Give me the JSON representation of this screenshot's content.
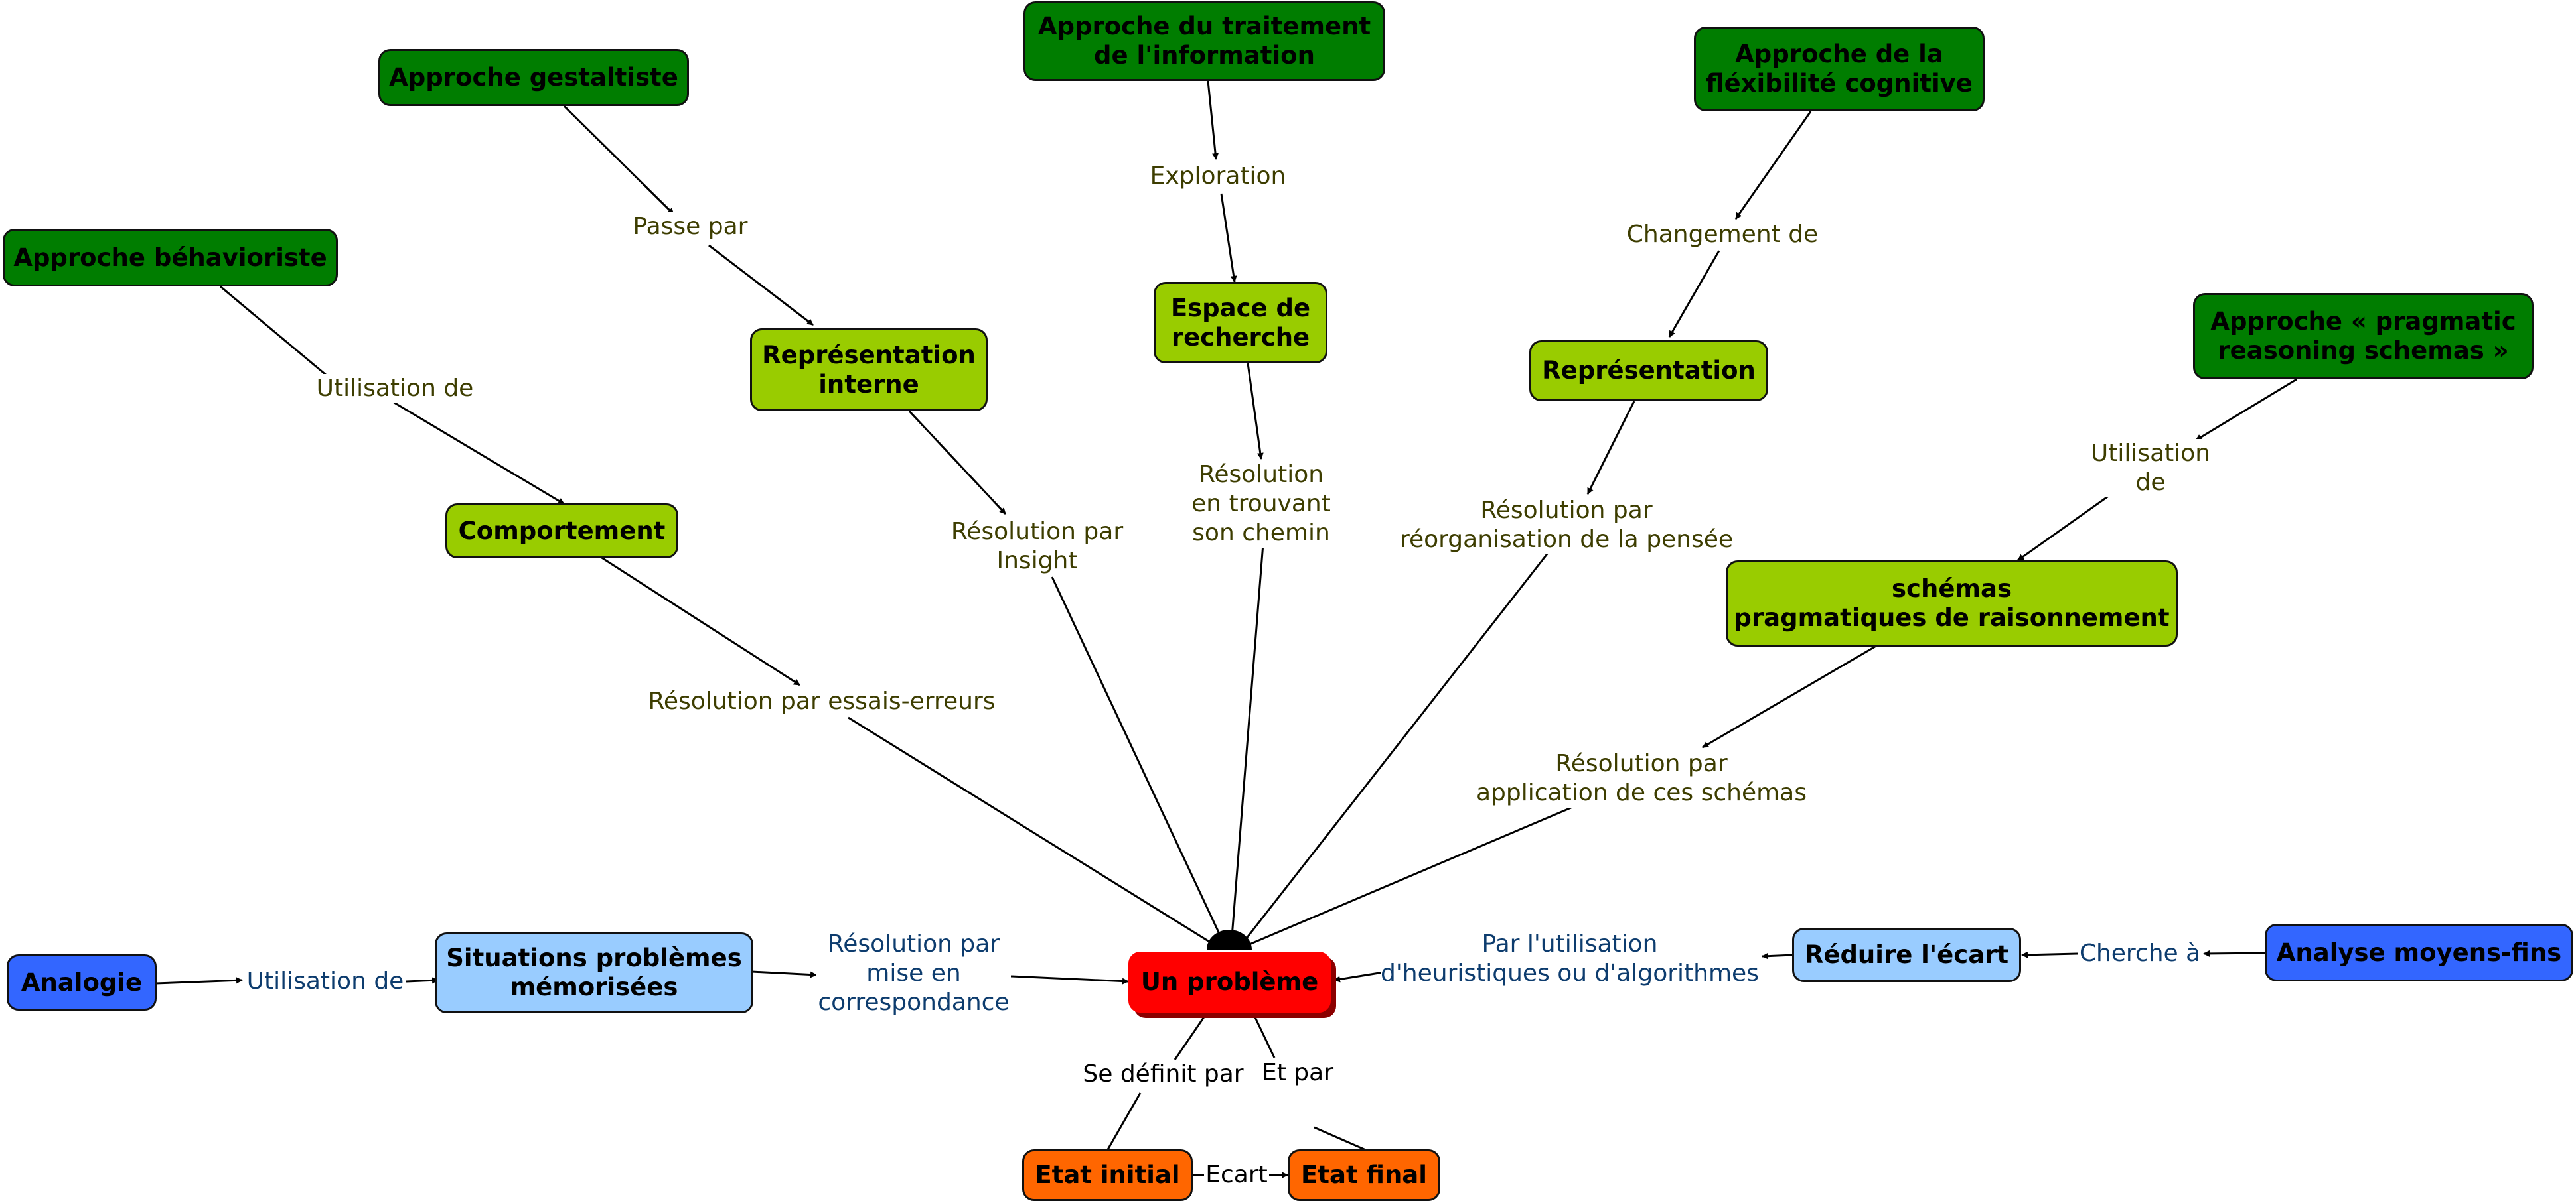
{
  "nodes": {
    "gestaltiste": "Approche gestaltiste",
    "traitement": "Approche du traitement\nde l'information",
    "flexibilite": "Approche de la\nfléxibilité cognitive",
    "behavioriste": "Approche béhavioriste",
    "pragmatic": "Approche « pragmatic\nreasoning schemas »",
    "espace": "Espace de\nrecherche",
    "rep_interne": "Représentation\ninterne",
    "representation": "Représentation",
    "comportement": "Comportement",
    "schemas": "schémas\npragmatiques de raisonnement",
    "probleme": "Un problème",
    "analogie": "Analogie",
    "situations": "Situations problèmes\nmémorisées",
    "reduire": "Réduire l'écart",
    "analyse": "Analyse moyens-fins",
    "etat_initial": "Etat initial",
    "etat_final": "Etat final"
  },
  "links": {
    "passe_par": "Passe par",
    "exploration": "Exploration",
    "changement": "Changement de",
    "utilisation_de_1": "Utilisation de",
    "utilisation_de_2": "Utilisation\nde",
    "res_insight": "Résolution par\nInsight",
    "res_chemin": "Résolution\nen trouvant\nson chemin",
    "res_reorg": "Résolution par\nréorganisation de la pensée",
    "res_essais": "Résolution par essais-erreurs",
    "res_schemas": "Résolution par\napplication de ces schémas",
    "utilisation_de_3": "Utilisation de",
    "res_correspondance": "Résolution par\nmise en\ncorrespondance",
    "par_utilisation": "Par l'utilisation\nd'heuristiques ou d'algorithmes",
    "cherche_a": "Cherche à",
    "se_definit": "Se définit par",
    "et_par": "Et par",
    "ecart": "Ecart"
  },
  "colors": {
    "dark_green": "#007d00",
    "light_green": "#99cc00",
    "light_blue": "#99ccff",
    "blue": "#3366ff",
    "orange": "#ff6600",
    "red": "#ff0000"
  }
}
